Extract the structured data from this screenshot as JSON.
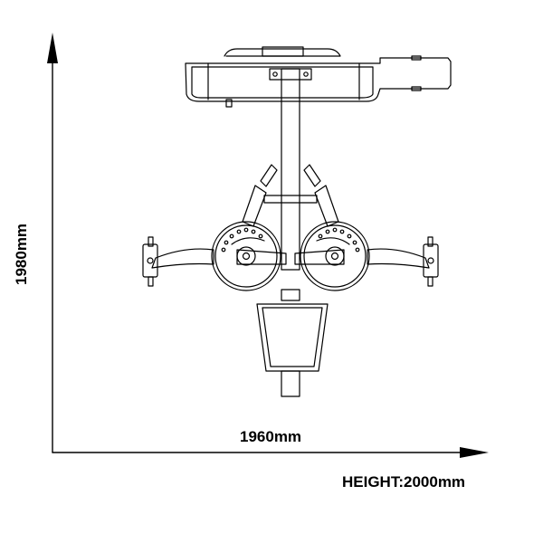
{
  "dimensions": {
    "width_label": "1960mm",
    "depth_label": "1980mm",
    "height_label": "HEIGHT:2000mm"
  },
  "colors": {
    "line": "#000000",
    "background": "#ffffff"
  }
}
